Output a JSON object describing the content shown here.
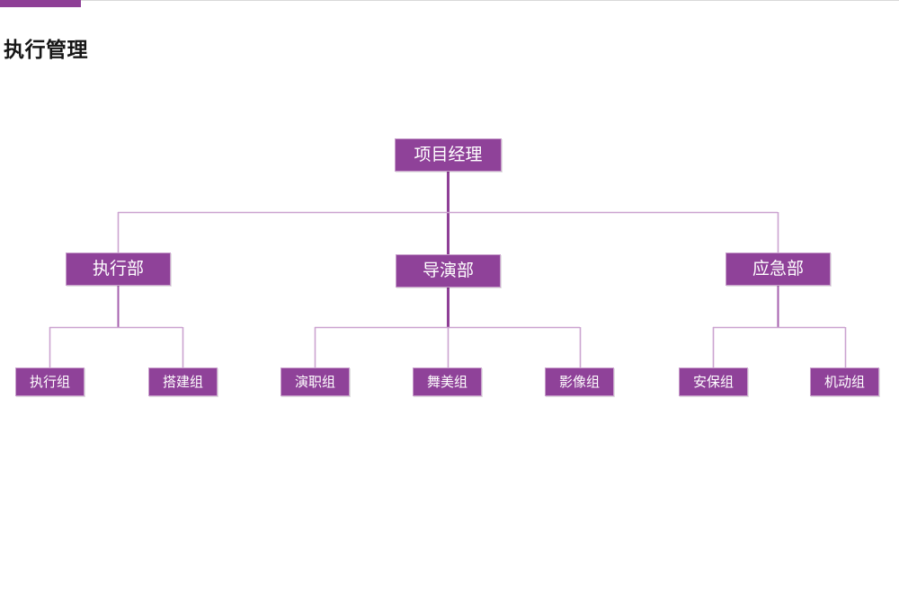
{
  "header": {
    "title": "执行管理",
    "accent_color": "#8e3f96",
    "rule_color": "#d9d9d9"
  },
  "theme": {
    "node_fill": "#8f4299",
    "node_border": "#c9a0cc",
    "node_text": "#ffffff",
    "connector_light": "#cba3d0",
    "connector_dark": "#8e3f96",
    "background": "#ffffff"
  },
  "chart_data": {
    "type": "diagram",
    "subtype": "org-chart",
    "title": "执行管理",
    "orientation": "top-down",
    "levels": 3,
    "root": {
      "id": "project-manager",
      "label": "项目经理",
      "level": 1
    },
    "departments": [
      {
        "id": "execution-dept",
        "label": "执行部",
        "level": 2,
        "teams": [
          {
            "id": "execution-team",
            "label": "执行组",
            "level": 3
          },
          {
            "id": "construction-team",
            "label": "搭建组",
            "level": 3
          }
        ]
      },
      {
        "id": "director-dept",
        "label": "导演部",
        "level": 2,
        "teams": [
          {
            "id": "cast-team",
            "label": "演职组",
            "level": 3
          },
          {
            "id": "stage-design-team",
            "label": "舞美组",
            "level": 3
          },
          {
            "id": "imaging-team",
            "label": "影像组",
            "level": 3
          }
        ]
      },
      {
        "id": "emergency-dept",
        "label": "应急部",
        "level": 2,
        "teams": [
          {
            "id": "security-team",
            "label": "安保组",
            "level": 3
          },
          {
            "id": "mobile-team",
            "label": "机动组",
            "level": 3
          }
        ]
      }
    ],
    "node_count": 11,
    "edges": [
      {
        "from": "项目经理",
        "to": "执行部"
      },
      {
        "from": "项目经理",
        "to": "导演部"
      },
      {
        "from": "项目经理",
        "to": "应急部"
      },
      {
        "from": "执行部",
        "to": "执行组"
      },
      {
        "from": "执行部",
        "to": "搭建组"
      },
      {
        "from": "导演部",
        "to": "演职组"
      },
      {
        "from": "导演部",
        "to": "舞美组"
      },
      {
        "from": "导演部",
        "to": "影像组"
      },
      {
        "from": "应急部",
        "to": "安保组"
      },
      {
        "from": "应急部",
        "to": "机动组"
      }
    ]
  }
}
